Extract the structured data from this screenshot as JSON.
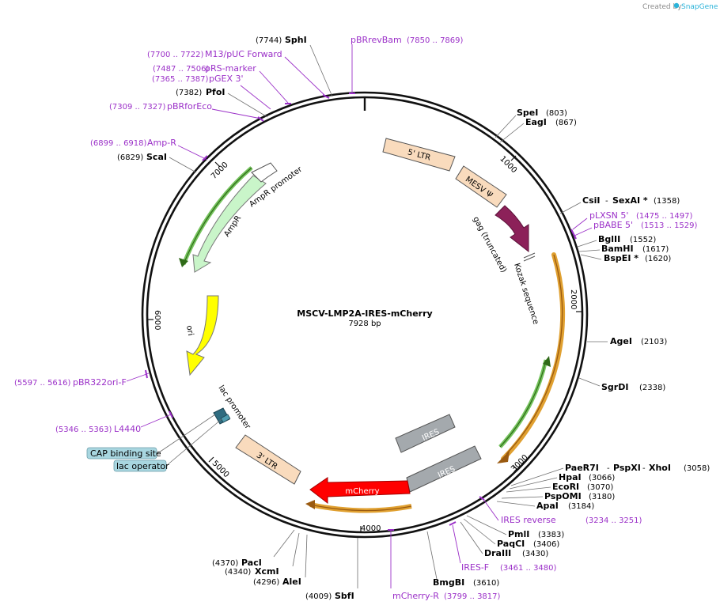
{
  "credit": {
    "prefix": "Created by",
    "brand": "SnapGene"
  },
  "plasmid": {
    "name": "MSCV-LMP2A-IRES-mCherry",
    "length": "7928 bp"
  },
  "ticks": {
    "t1000": "1000",
    "t2000": "2000",
    "t3000": "3000",
    "t4000": "4000",
    "t5000": "5000",
    "t6000": "6000",
    "t7000": "7000"
  },
  "enzymes": {
    "sphi": {
      "name": "SphI",
      "pos": "(7744)"
    },
    "pfoi": {
      "name": "PfoI",
      "pos": "(7382)"
    },
    "scai": {
      "name": "ScaI",
      "pos": "(6829)"
    },
    "spei": {
      "name": "SpeI",
      "pos": "(803)"
    },
    "eagi": {
      "name": "EagI",
      "pos": "(867)"
    },
    "csii": {
      "name": "CsiI",
      "sep": "-",
      "name2": "SexAI *",
      "pos": "(1358)"
    },
    "bglii": {
      "name": "BglII",
      "pos": "(1552)"
    },
    "bamhi": {
      "name": "BamHI",
      "pos": "(1617)"
    },
    "bspei": {
      "name": "BspEI *",
      "pos": "(1620)"
    },
    "agei": {
      "name": "AgeI",
      "pos": "(2103)"
    },
    "sgrdi": {
      "name": "SgrDI",
      "pos": "(2338)"
    },
    "paer7i": {
      "name": "PaeR7I",
      "sep1": "-",
      "name2": "PspXI",
      "sep2": "-",
      "name3": "XhoI",
      "pos": "(3058)"
    },
    "hpai": {
      "name": "HpaI",
      "pos": "(3066)"
    },
    "ecori": {
      "name": "EcoRI",
      "pos": "(3070)"
    },
    "pspomi": {
      "name": "PspOMI",
      "pos": "(3180)"
    },
    "apai": {
      "name": "ApaI",
      "pos": "(3184)"
    },
    "pmli": {
      "name": "PmlI",
      "pos": "(3383)"
    },
    "paqci": {
      "name": "PaqCI",
      "pos": "(3406)"
    },
    "draiii": {
      "name": "DraIII",
      "pos": "(3430)"
    },
    "bmgbi": {
      "name": "BmgBI",
      "pos": "(3610)"
    },
    "sbfi": {
      "name": "SbfI",
      "pos": "(4009)"
    },
    "alei": {
      "name": "AleI",
      "pos": "(4296)"
    },
    "xcmi": {
      "name": "XcmI",
      "pos": "(4340)"
    },
    "paci": {
      "name": "PacI",
      "pos": "(4370)"
    }
  },
  "primers": {
    "pbrrevbam": {
      "name": "pBRrevBam",
      "range": "(7850 .. 7869)"
    },
    "m13": {
      "name": "M13/pUC Forward",
      "range": "(7700 .. 7722)"
    },
    "prs": {
      "name": "pRS-marker",
      "range": "(7487 .. 7506)"
    },
    "pgex": {
      "name": "pGEX 3'",
      "range": "(7365 .. 7387)"
    },
    "pbrforeco": {
      "name": "pBRforEco",
      "range": "(7309 .. 7327)"
    },
    "ampr": {
      "name": "Amp-R",
      "range": "(6899 .. 6918)"
    },
    "plxsn": {
      "name": "pLXSN 5'",
      "range": "(1475 .. 1497)"
    },
    "pbabe": {
      "name": "pBABE 5'",
      "range": "(1513 .. 1529)"
    },
    "iresrev": {
      "name": "IRES reverse",
      "range": "(3234 .. 3251)"
    },
    "iresf": {
      "name": "IRES-F",
      "range": "(3461 .. 3480)"
    },
    "mcherryr": {
      "name": "mCherry-R",
      "range": "(3799 .. 3817)"
    },
    "pbr322ori": {
      "name": "pBR322ori-F",
      "range": "(5597 .. 5616)"
    },
    "l4440": {
      "name": "L4440",
      "range": "(5346 .. 5363)"
    }
  },
  "features": {
    "ltr5": "5' LTR",
    "mesv": "MESV Ψ",
    "gag": "gag (truncated)",
    "kozak": "Kozak sequence",
    "amprpromoter": "AmpR promoter",
    "ampr": "AmpR",
    "ori": "ori",
    "lacpromoter": "lac promoter",
    "ltr3": "3' LTR",
    "ires1": "IRES",
    "ires2": "IRES",
    "mcherry": "mCherry",
    "cap": "CAP binding site",
    "lacop": "lac operator"
  },
  "colors": {
    "ltr": "#f9dbbd",
    "gag": "#8c2159",
    "ampr": "#c9f5c9",
    "ori": "#ffff00",
    "ires": "#a4a9ad",
    "mcherry": "#ff0000",
    "primer": "#9b30c8",
    "orf": "#e0a030",
    "orf_green": "#74c35c",
    "tag": "#a8d6e0"
  }
}
